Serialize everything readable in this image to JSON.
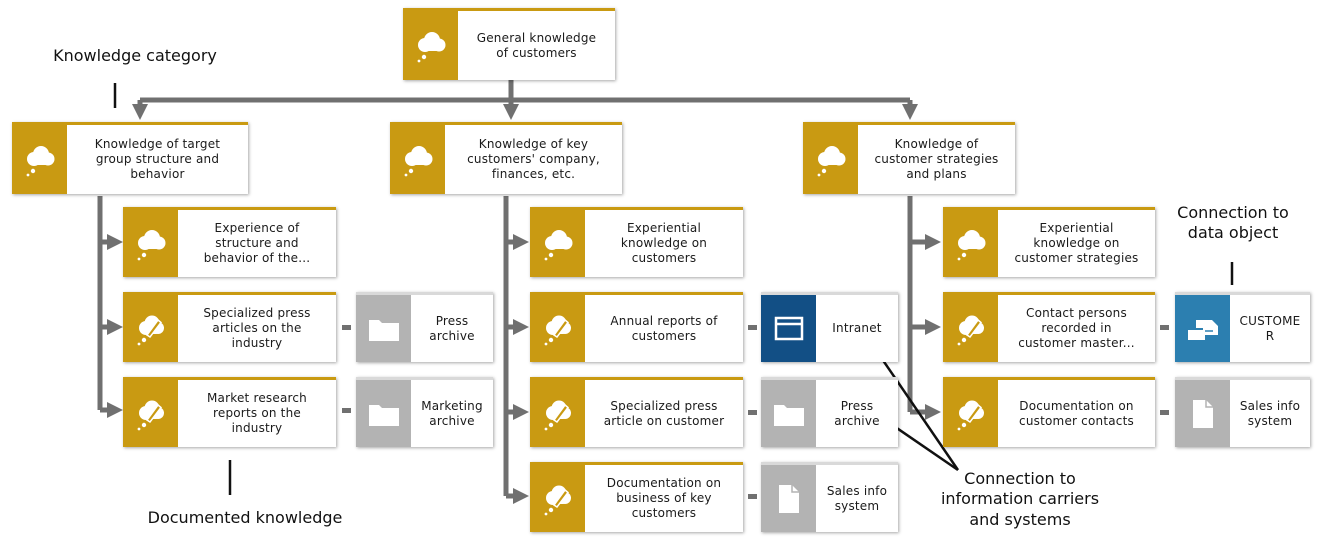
{
  "colors": {
    "knowledge": "#c99a12",
    "carrier": "#b3b3b3",
    "system": "#124f85",
    "data_object": "#2c7fb0",
    "connector": "#707070"
  },
  "root": {
    "label": "General knowledge\nof customers",
    "icon": "cloud-icon"
  },
  "categories": [
    {
      "label": "Knowledge of target\ngroup structure and\nbehavior",
      "icon": "cloud-icon",
      "items": [
        {
          "label": "Experience of\nstructure and\nbehavior of the...",
          "icon": "cloud-icon"
        },
        {
          "label": "Specialized press\narticles on the\nindustry",
          "icon": "documented-knowledge-icon",
          "carrier": {
            "label": "Press\narchive",
            "icon": "folder-icon"
          }
        },
        {
          "label": "Market  research\nreports on the\nindustry",
          "icon": "documented-knowledge-icon",
          "carrier": {
            "label": "Marketing\narchive",
            "icon": "folder-icon"
          }
        }
      ]
    },
    {
      "label": "Knowledge of key\ncustomers' company,\nfinances, etc.",
      "icon": "cloud-icon",
      "items": [
        {
          "label": "Experiential\nknowledge on\ncustomers",
          "icon": "cloud-icon"
        },
        {
          "label": "Annual reports of\ncustomers",
          "icon": "documented-knowledge-icon",
          "system": {
            "label": "Intranet",
            "icon": "window-icon"
          }
        },
        {
          "label": "Specialized press\narticle on customer",
          "icon": "documented-knowledge-icon",
          "carrier": {
            "label": "Press\narchive",
            "icon": "folder-icon"
          }
        },
        {
          "label": "Documentation on\nbusiness  of key\ncustomers",
          "icon": "documented-knowledge-icon",
          "carrier": {
            "label": "Sales info\nsystem",
            "icon": "document-icon"
          }
        }
      ]
    },
    {
      "label": "Knowledge of\ncustomer strategies\nand plans",
      "icon": "cloud-icon",
      "items": [
        {
          "label": "Experiential\nknowledge on\ncustomer strategies",
          "icon": "cloud-icon"
        },
        {
          "label": "Contact persons\nrecorded in\ncustomer master...",
          "icon": "documented-knowledge-icon",
          "data_object": {
            "label": "CUSTOME\nR",
            "icon": "data-object-icon"
          }
        },
        {
          "label": "Documentation on\ncustomer contacts",
          "icon": "documented-knowledge-icon",
          "carrier": {
            "label": "Sales info\nsystem",
            "icon": "document-icon"
          }
        }
      ]
    }
  ],
  "annotations": {
    "knowledge_category": "Knowledge category",
    "documented_knowledge": "Documented knowledge",
    "connection_to_data_object": "Connection to\ndata object",
    "connection_to_carriers": "Connection to\ninformation carriers\nand systems"
  }
}
